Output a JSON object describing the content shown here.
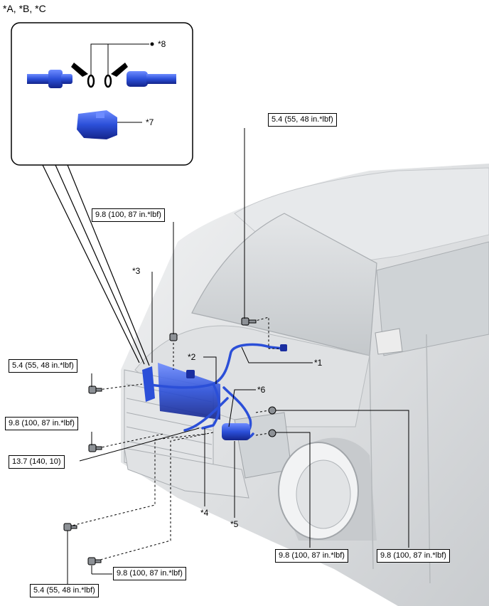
{
  "header": {
    "views": "*A, *B, *C"
  },
  "callouts": {
    "c1": "*1",
    "c2": "*2",
    "c3": "*3",
    "c4": "*4",
    "c5": "*5",
    "c6": "*6",
    "c7": "*7",
    "c8": "*8"
  },
  "torques": {
    "t_top_right": "5.4 (55, 48 in.*lbf)",
    "t_top_center": "9.8 (100, 87 in.*lbf)",
    "t_left_upper": "5.4 (55, 48 in.*lbf)",
    "t_left_middle": "9.8 (100, 87 in.*lbf)",
    "t_left_lower": "13.7 (140, 10)",
    "t_bottom_center": "9.8 (100, 87 in.*lbf)",
    "t_bottom_left": "5.4 (55, 48 in.*lbf)",
    "t_bottom_right_a": "9.8 (100, 87 in.*lbf)",
    "t_bottom_right_b": "9.8 (100, 87 in.*lbf)"
  },
  "colors": {
    "part_blue": "#2b4fd8",
    "part_dark": "#1a2ea0",
    "vehicle_gray": "#d8dadc",
    "line": "#000000"
  }
}
